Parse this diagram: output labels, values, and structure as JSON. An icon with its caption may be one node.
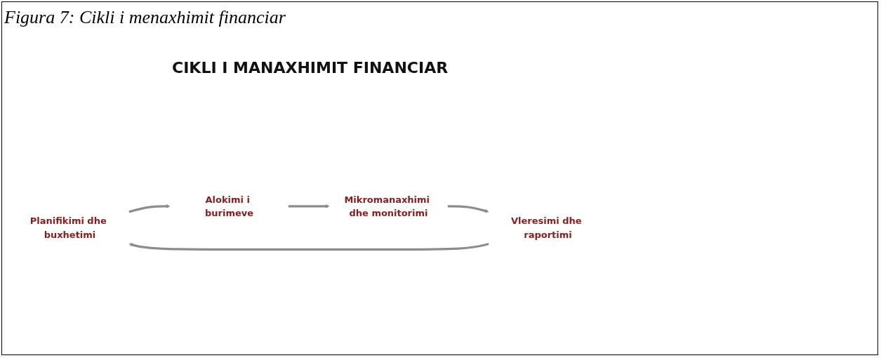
{
  "diagram": {
    "title": "CIKLI I MANAXHIMIT FINANCIAR",
    "caption": "Figura 7: Cikli i menaxhimit financiar",
    "nodes": [
      {
        "text": [
          "Planifikimi dhe buxhetimi"
        ]
      },
      {
        "text": [
          "Alokimi i burimeve"
        ]
      },
      {
        "text": [
          "Mikromanaxhimi dhe monitorimi"
        ]
      },
      {
        "text": [
          "Vleresimi dhe raportimi"
        ]
      }
    ],
    "edges": [
      {
        "from": 0,
        "to": 1,
        "arrow": "to"
      },
      {
        "from": 1,
        "to": 2,
        "arrow": "to"
      },
      {
        "from": 2,
        "to": 3,
        "arrow": "to"
      },
      {
        "from": 3,
        "to": 0,
        "arrow": "to"
      }
    ]
  }
}
